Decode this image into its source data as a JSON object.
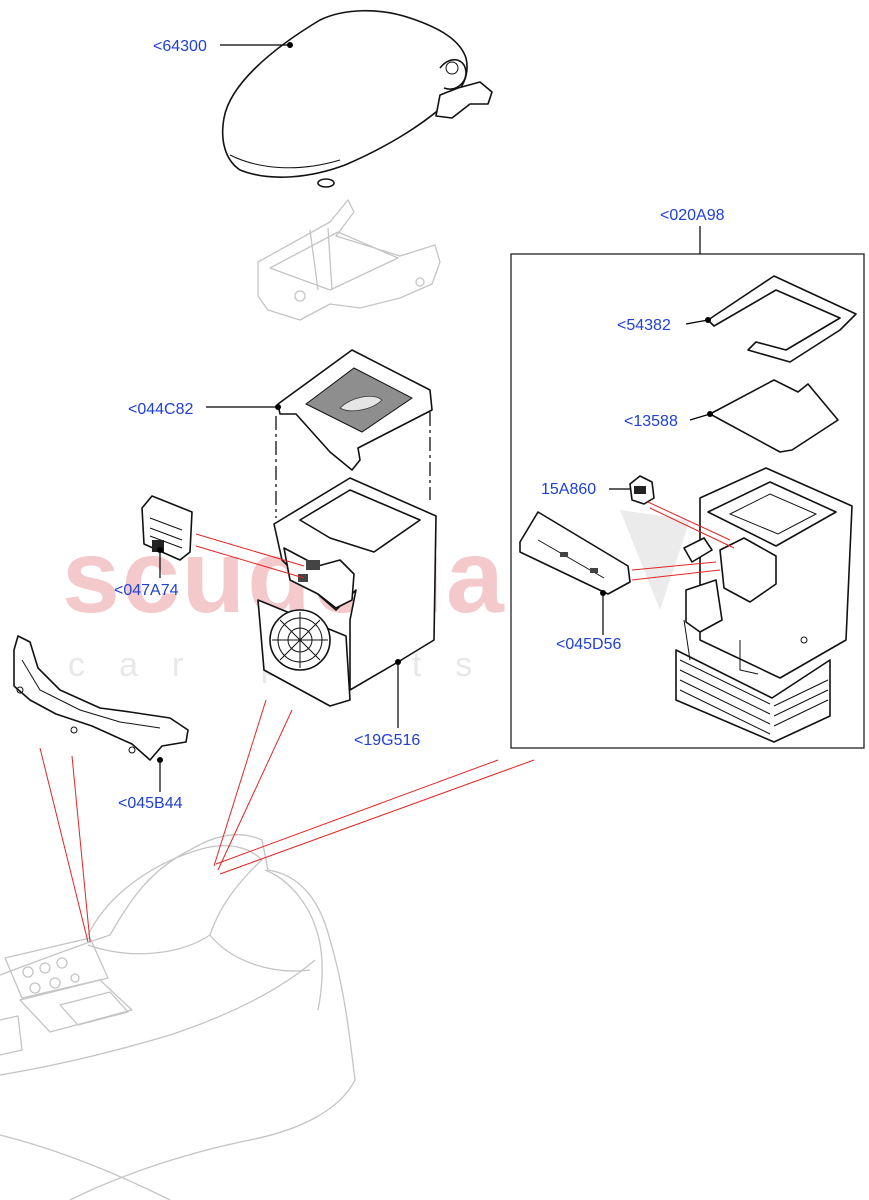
{
  "watermark": {
    "brand": "scuderia",
    "tagline": "car parts"
  },
  "callouts": {
    "armrest_lid": "<64300",
    "cooler_kit": "<020A98",
    "seal": "<54382",
    "mat": "<13588",
    "trim_panel": "<044C82",
    "switch": "15A860",
    "cover": "<047A74",
    "bracket_cooler": "<045D56",
    "housing": "<19G516",
    "bracket_rear": "<045B44"
  },
  "colors": {
    "callout_text": "#1f3fd6",
    "reference_lines": "#e32525",
    "ghost_outline": "#c4c4c4",
    "watermark_brand": "#f4c9cc"
  }
}
